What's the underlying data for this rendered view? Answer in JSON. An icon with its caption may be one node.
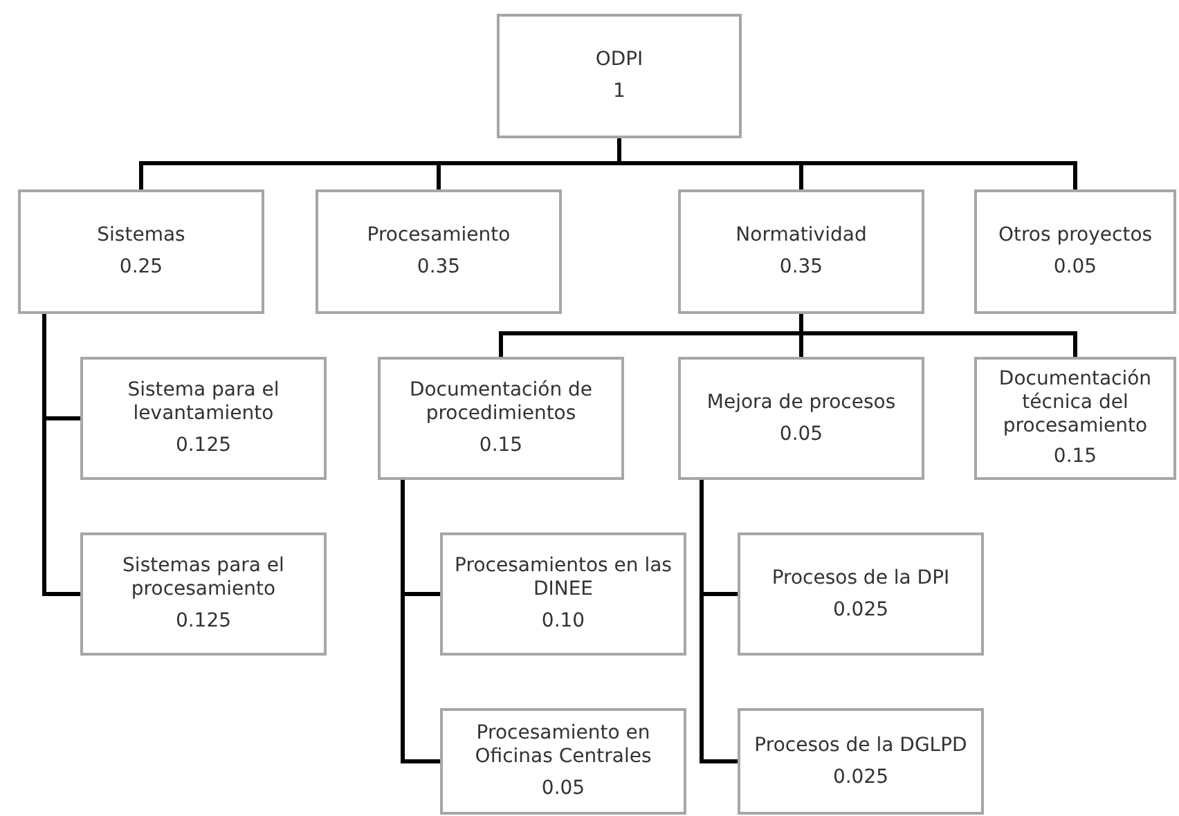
{
  "diagram": {
    "nodes": [
      {
        "text": [
          "ODPI",
          "1"
        ]
      },
      {
        "text": [
          "Sistemas",
          "0.25"
        ]
      },
      {
        "text": [
          "Procesamiento",
          "0.35"
        ]
      },
      {
        "text": [
          "Normatividad",
          "0.35"
        ]
      },
      {
        "text": [
          "Otros proyectos",
          "0.05"
        ]
      },
      {
        "text": [
          "Sistema para el levantamiento",
          "0.125"
        ]
      },
      {
        "text": [
          "Sistemas para el procesamiento",
          "0.125"
        ]
      },
      {
        "text": [
          "Documentación de procedimientos",
          "0.15"
        ]
      },
      {
        "text": [
          "Mejora de procesos",
          "0.05"
        ]
      },
      {
        "text": [
          "Documentación técnica del procesamiento",
          "0.15"
        ]
      },
      {
        "text": [
          "Procesamientos en las DINEE",
          "0.10"
        ]
      },
      {
        "text": [
          "Procesamiento en Oficinas Centrales",
          "0.05"
        ]
      },
      {
        "text": [
          "Procesos de la DPI",
          "0.025"
        ]
      },
      {
        "text": [
          "Procesos de la DGLPD",
          "0.025"
        ]
      }
    ],
    "edges": [
      {
        "from": 0,
        "to": 1,
        "arrow": "none"
      },
      {
        "from": 0,
        "to": 2,
        "arrow": "none"
      },
      {
        "from": 0,
        "to": 3,
        "arrow": "none"
      },
      {
        "from": 0,
        "to": 4,
        "arrow": "none"
      },
      {
        "from": 1,
        "to": 5,
        "arrow": "none"
      },
      {
        "from": 1,
        "to": 6,
        "arrow": "none"
      },
      {
        "from": 3,
        "to": 7,
        "arrow": "none"
      },
      {
        "from": 3,
        "to": 8,
        "arrow": "none"
      },
      {
        "from": 3,
        "to": 9,
        "arrow": "none"
      },
      {
        "from": 7,
        "to": 10,
        "arrow": "none"
      },
      {
        "from": 7,
        "to": 11,
        "arrow": "none"
      },
      {
        "from": 8,
        "to": 12,
        "arrow": "none"
      },
      {
        "from": 8,
        "to": 13,
        "arrow": "none"
      }
    ]
  }
}
